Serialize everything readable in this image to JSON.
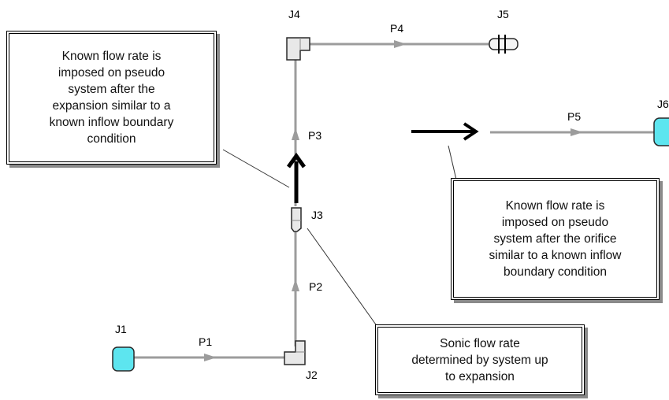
{
  "colors": {
    "pipe": "#9c9c9c",
    "reservoir_fill": "#5de5ef",
    "junction_fill": "#e8e8e8",
    "outline": "#2a2a2a",
    "arrow": "#000000"
  },
  "junctions": [
    {
      "id": "J1",
      "label": "J1",
      "kind": "reservoir"
    },
    {
      "id": "J2",
      "label": "J2",
      "kind": "elbow"
    },
    {
      "id": "J3",
      "label": "J3",
      "kind": "expansion"
    },
    {
      "id": "J4",
      "label": "J4",
      "kind": "elbow"
    },
    {
      "id": "J5",
      "label": "J5",
      "kind": "dead-end"
    },
    {
      "id": "J6",
      "label": "J6",
      "kind": "reservoir"
    }
  ],
  "pipes": [
    {
      "id": "P1",
      "label": "P1"
    },
    {
      "id": "P2",
      "label": "P2"
    },
    {
      "id": "P3",
      "label": "P3"
    },
    {
      "id": "P4",
      "label": "P4"
    },
    {
      "id": "P5",
      "label": "P5"
    }
  ],
  "callouts": {
    "expansion": [
      "Known flow rate is",
      "imposed on pseudo",
      "system after the",
      "expansion similar to a",
      "known  inflow boundary",
      "condition"
    ],
    "orifice": [
      "Known flow rate is",
      "imposed on pseudo",
      "system after the orifice",
      "similar to a known inflow",
      "boundary  condition"
    ],
    "sonic": [
      "Sonic flow rate",
      "determined  by system up",
      "to expansion"
    ]
  }
}
